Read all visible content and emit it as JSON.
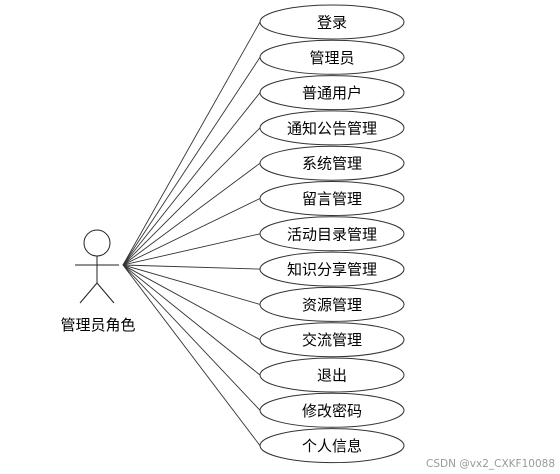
{
  "actor": {
    "label": "管理员角色"
  },
  "use_cases": [
    {
      "label": "登录"
    },
    {
      "label": "管理员"
    },
    {
      "label": "普通用户"
    },
    {
      "label": "通知公告管理"
    },
    {
      "label": "系统管理"
    },
    {
      "label": "留言管理"
    },
    {
      "label": "活动目录管理"
    },
    {
      "label": "知识分享管理"
    },
    {
      "label": "资源管理"
    },
    {
      "label": "交流管理"
    },
    {
      "label": "退出"
    },
    {
      "label": "修改密码"
    },
    {
      "label": "个人信息"
    }
  ],
  "watermark": "CSDN @vx2_CXKF10088"
}
